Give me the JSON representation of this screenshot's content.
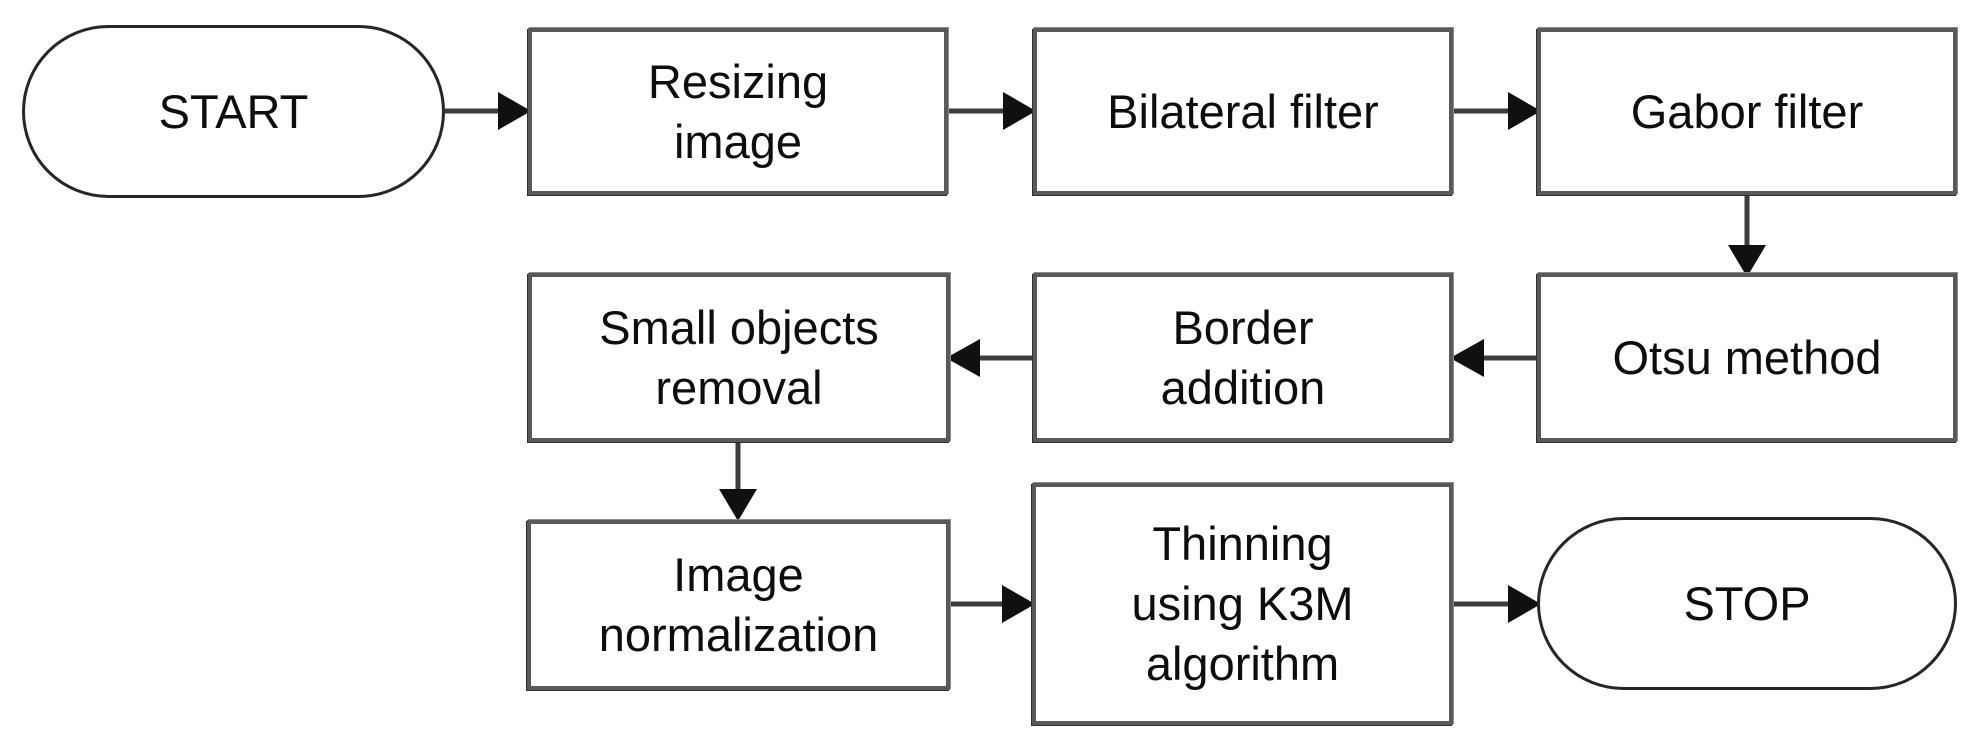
{
  "diagram": {
    "type": "flowchart",
    "nodes": {
      "start": {
        "label": "START",
        "shape": "terminator"
      },
      "resizing_image": {
        "label": "Resizing\nimage",
        "shape": "process"
      },
      "bilateral_filter": {
        "label": "Bilateral filter",
        "shape": "process"
      },
      "gabor_filter": {
        "label": "Gabor filter",
        "shape": "process"
      },
      "otsu_method": {
        "label": "Otsu method",
        "shape": "process"
      },
      "border_addition": {
        "label": "Border\naddition",
        "shape": "process"
      },
      "small_objects_removal": {
        "label": "Small objects\nremoval",
        "shape": "process"
      },
      "image_normalization": {
        "label": "Image\nnormalization",
        "shape": "process"
      },
      "thinning_k3m": {
        "label": "Thinning\nusing K3M\nalgorithm",
        "shape": "process"
      },
      "stop": {
        "label": "STOP",
        "shape": "terminator"
      }
    },
    "edges": [
      {
        "from": "start",
        "to": "resizing_image"
      },
      {
        "from": "resizing_image",
        "to": "bilateral_filter"
      },
      {
        "from": "bilateral_filter",
        "to": "gabor_filter"
      },
      {
        "from": "gabor_filter",
        "to": "otsu_method"
      },
      {
        "from": "otsu_method",
        "to": "border_addition"
      },
      {
        "from": "border_addition",
        "to": "small_objects_removal"
      },
      {
        "from": "small_objects_removal",
        "to": "image_normalization"
      },
      {
        "from": "image_normalization",
        "to": "thinning_k3m"
      },
      {
        "from": "thinning_k3m",
        "to": "stop"
      }
    ],
    "colors": {
      "box_border": "#595959",
      "terminator_border": "#262626",
      "arrow_line": "#3c3c3c",
      "arrow_head": "#101010",
      "text": "#0d0d0d",
      "background": "#ffffff"
    }
  }
}
